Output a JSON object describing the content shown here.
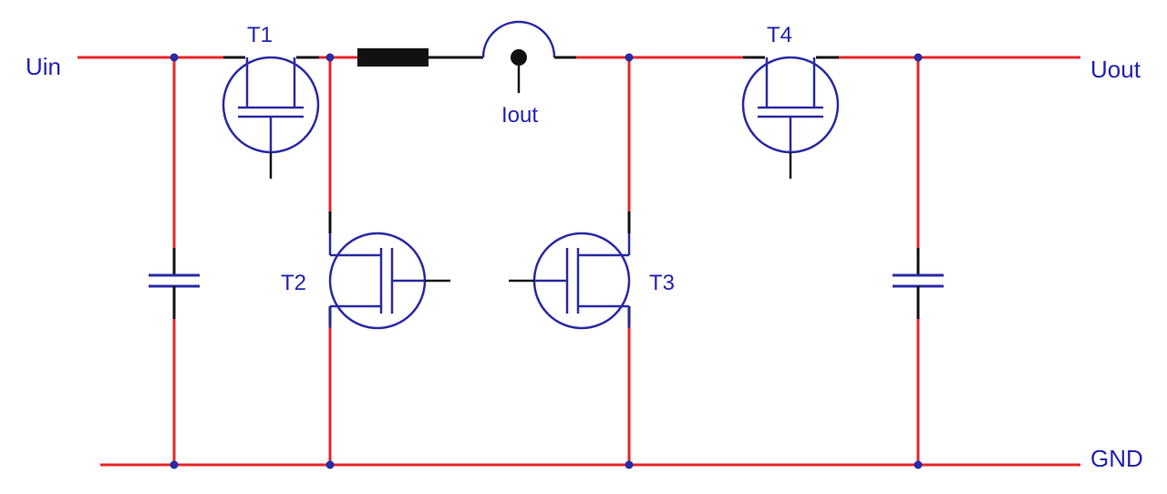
{
  "labels": {
    "uin": "Uin",
    "uout": "Uout",
    "gnd": "GND",
    "iout": "Iout",
    "t1": "T1",
    "t2": "T2",
    "t3": "T3",
    "t4": "T4"
  },
  "colors": {
    "wire": "#e8262a",
    "symbol": "#2a2aa5",
    "lead": "#111111",
    "text": "#2323b0"
  }
}
